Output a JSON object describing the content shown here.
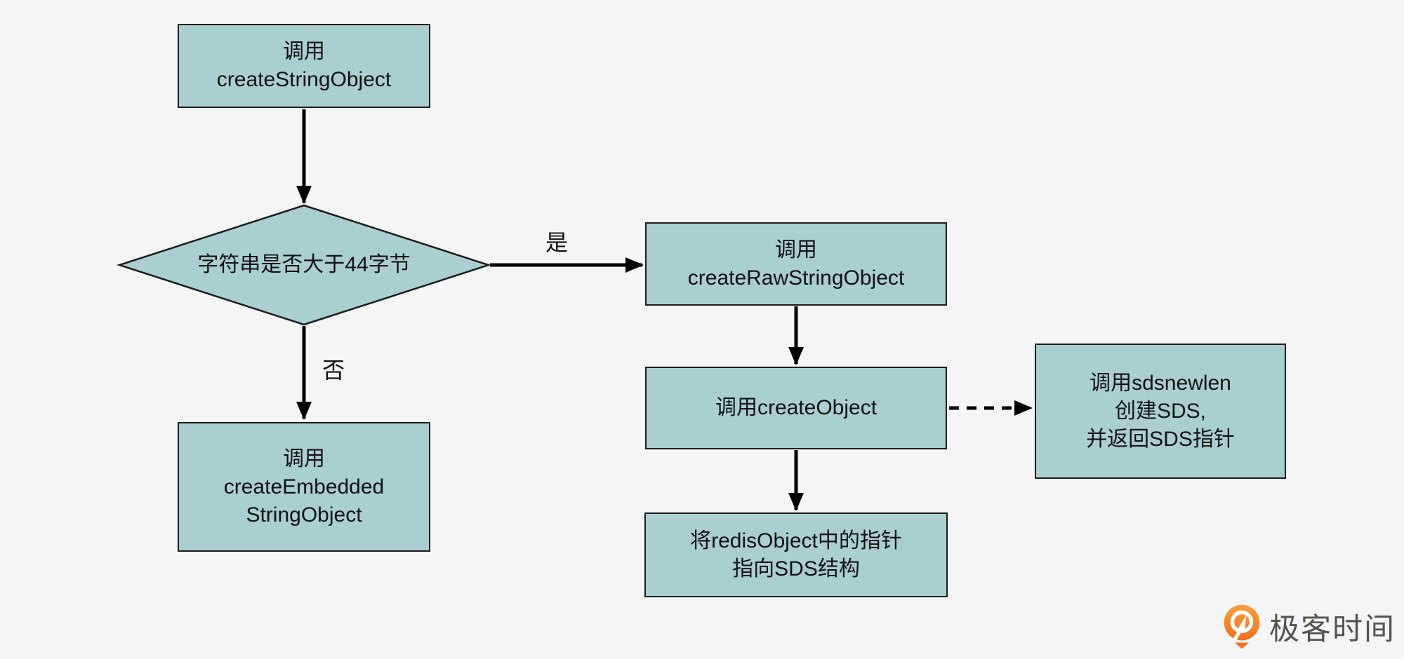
{
  "diagram": {
    "nodes": {
      "start": {
        "label": "调用\ncreateStringObject"
      },
      "decision": {
        "label": "字符串是否大于44字节"
      },
      "raw": {
        "label": "调用\ncreateRawStringObject"
      },
      "embedded": {
        "label": "调用\ncreateEmbedded\nStringObject"
      },
      "create_object": {
        "label": "调用createObject"
      },
      "sdsnewlen": {
        "label": "调用sdsnewlen\n创建SDS,\n并返回SDS指针"
      },
      "redis_object": {
        "label": "将redisObject中的指针\n指向SDS结构"
      }
    },
    "edge_labels": {
      "yes": "是",
      "no": "否"
    },
    "colors": {
      "background": "#f4f5f7",
      "node_fill": "#aacfd1",
      "node_border": "#1c1c1c",
      "arrow": "#000000",
      "text": "#111111"
    }
  },
  "branding": {
    "icon": "geektime-pin-icon",
    "logo_text": "极客时间",
    "logo_text_color": "#57524d",
    "logo_orange": "#f1711c",
    "logo_orange_light": "#fb9e3c"
  }
}
